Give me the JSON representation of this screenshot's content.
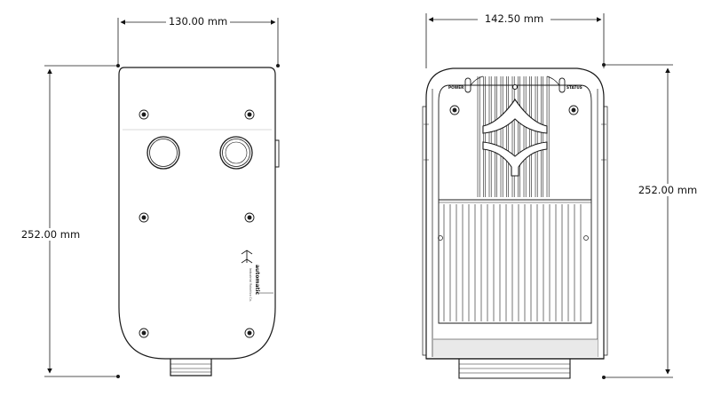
{
  "dimensions": {
    "front_width": "130.00 mm",
    "front_height": "252.00 mm",
    "back_width": "142.50 mm",
    "back_height": "252.00 mm"
  },
  "labels": {
    "power": "POWER",
    "status": "STATUS",
    "brand": "automatic",
    "brand_sub": "Industrial Robotics Co."
  },
  "colors": {
    "line": "#1a1a1a",
    "shade": "#e9e9e9",
    "background": "#ffffff"
  }
}
